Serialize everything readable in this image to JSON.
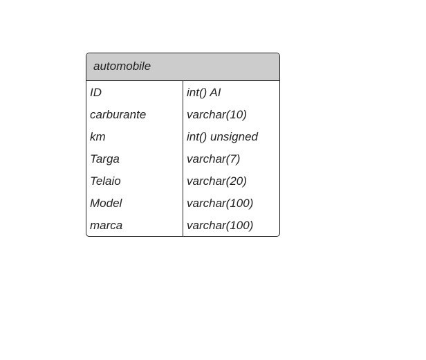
{
  "entity": {
    "title": "automobile",
    "fields": [
      {
        "name": "ID",
        "type": "int() AI"
      },
      {
        "name": "carburante",
        "type": "varchar(10)"
      },
      {
        "name": "km",
        "type": "int() unsigned"
      },
      {
        "name": "Targa",
        "type": "varchar(7)"
      },
      {
        "name": "Telaio",
        "type": "varchar(20)"
      },
      {
        "name": "Model",
        "type": "varchar(100)"
      },
      {
        "name": "marca",
        "type": "varchar(100)"
      }
    ],
    "colors": {
      "header_bg": "#cccccc",
      "border": "#222222",
      "text": "#222222"
    }
  }
}
